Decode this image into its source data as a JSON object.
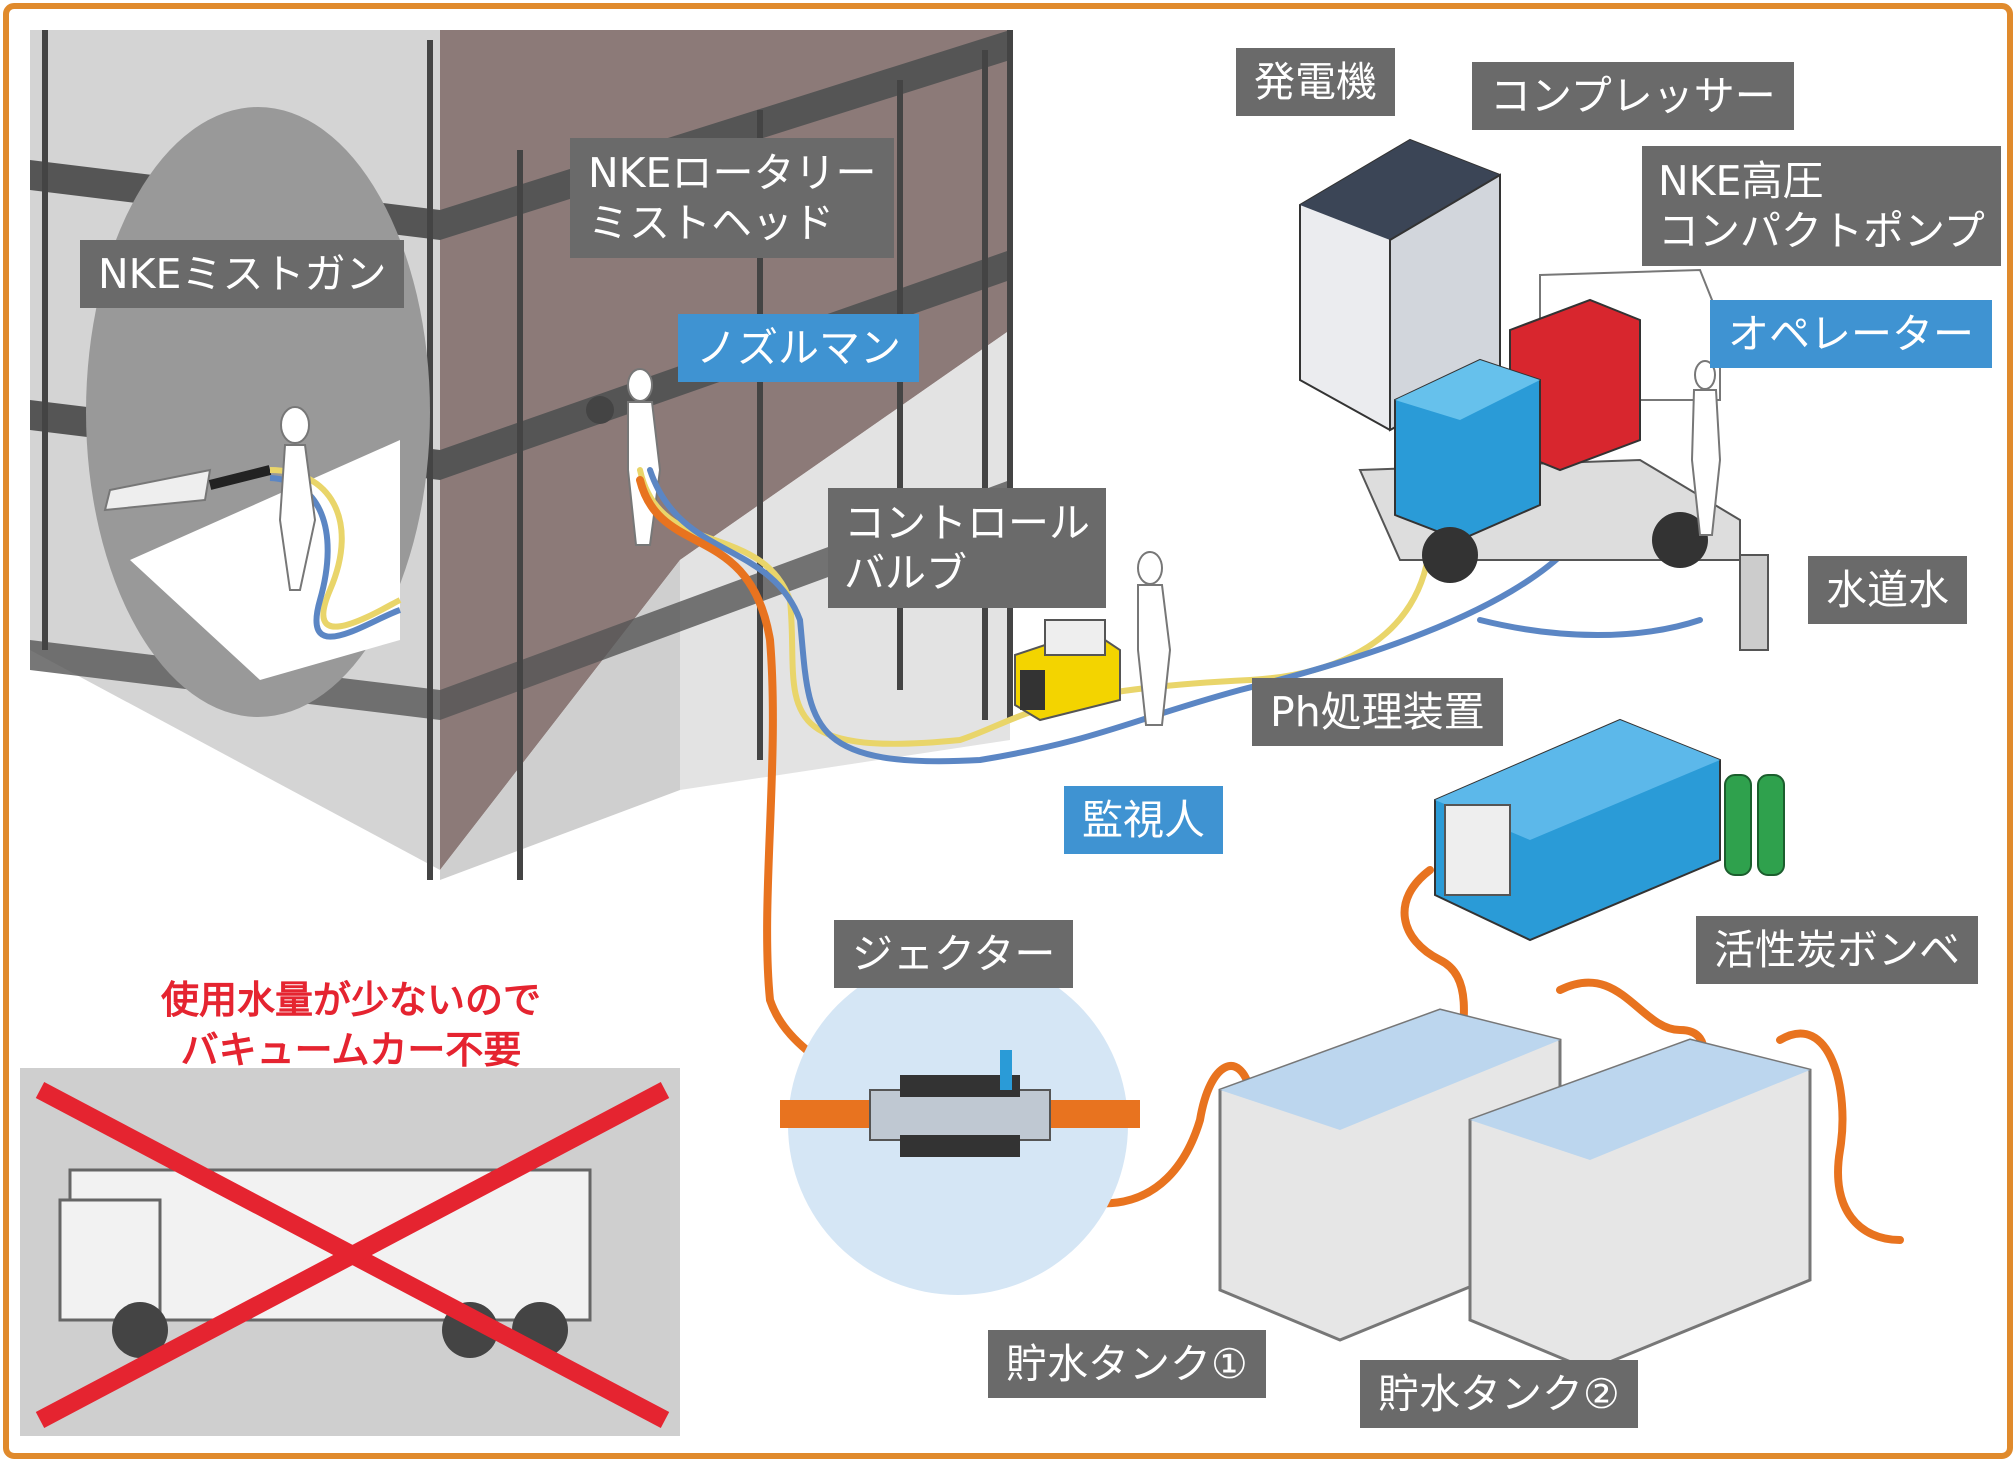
{
  "labels": {
    "mist_gun": "NKEミストガン",
    "rotary_head_line1": "NKEロータリー",
    "rotary_head_line2": "ミストヘッド",
    "nozzleman": "ノズルマン",
    "control_valve_line1": "コントロール",
    "control_valve_line2": "バルブ",
    "generator": "発電機",
    "compressor": "コンプレッサー",
    "pump_line1": "NKE高圧",
    "pump_line2": "コンパクトポンプ",
    "operator": "オペレーター",
    "tap_water": "水道水",
    "ph_unit": "Ph処理装置",
    "supervisor": "監視人",
    "ejector": "ジェクター",
    "carbon_cylinder": "活性炭ボンベ",
    "tank1": "貯水タンク①",
    "tank2": "貯水タンク②"
  },
  "note": {
    "line1": "使用水量が少ないので",
    "line2": "バキュームカー不要"
  },
  "colors": {
    "frame": "#e08a2c",
    "label_gray": "#6a6a6a",
    "label_blue": "#3f93d2",
    "hose_orange": "#e8731f",
    "hose_yellow": "#e9d56a",
    "hose_blue": "#5b86c4",
    "cross_red": "#e52430",
    "note_red": "#e52430"
  }
}
